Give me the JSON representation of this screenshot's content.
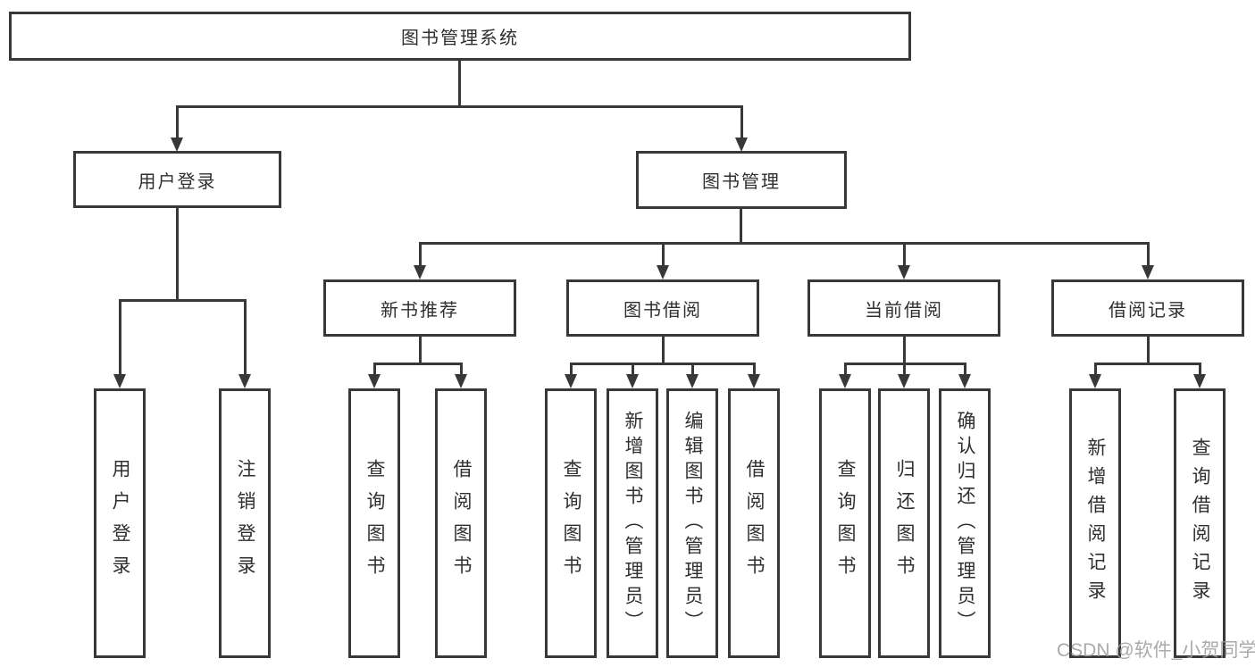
{
  "diagram": {
    "title": "图书管理系统",
    "root": {
      "label": "图书管理系统"
    },
    "level2": [
      {
        "label": "用户登录"
      },
      {
        "label": "图书管理"
      }
    ],
    "level3": [
      {
        "label": "新书推荐",
        "parent": "图书管理"
      },
      {
        "label": "图书借阅",
        "parent": "图书管理"
      },
      {
        "label": "当前借阅",
        "parent": "图书管理"
      },
      {
        "label": "借阅记录",
        "parent": "图书管理"
      }
    ],
    "leaves": [
      {
        "label": "用户登录",
        "parent": "用户登录"
      },
      {
        "label": "注销登录",
        "parent": "用户登录"
      },
      {
        "label": "查询图书",
        "parent": "新书推荐"
      },
      {
        "label": "借阅图书",
        "parent": "新书推荐"
      },
      {
        "label": "查询图书",
        "parent": "图书借阅"
      },
      {
        "label": "新增图书（管理员）",
        "parent": "图书借阅"
      },
      {
        "label": "编辑图书（管理员）",
        "parent": "图书借阅"
      },
      {
        "label": "借阅图书",
        "parent": "图书借阅"
      },
      {
        "label": "查询图书",
        "parent": "当前借阅"
      },
      {
        "label": "归还图书",
        "parent": "当前借阅"
      },
      {
        "label": "确认归还（管理员）",
        "parent": "当前借阅"
      },
      {
        "label": "新增借阅记录",
        "parent": "借阅记录"
      },
      {
        "label": "查询借阅记录",
        "parent": "借阅记录"
      }
    ]
  },
  "watermark": "CSDN @软件_小贺同学",
  "colors": {
    "line": "#383838",
    "text": "#2f2f2f",
    "watermark": "#9c9c9c",
    "background": "#ffffff"
  }
}
